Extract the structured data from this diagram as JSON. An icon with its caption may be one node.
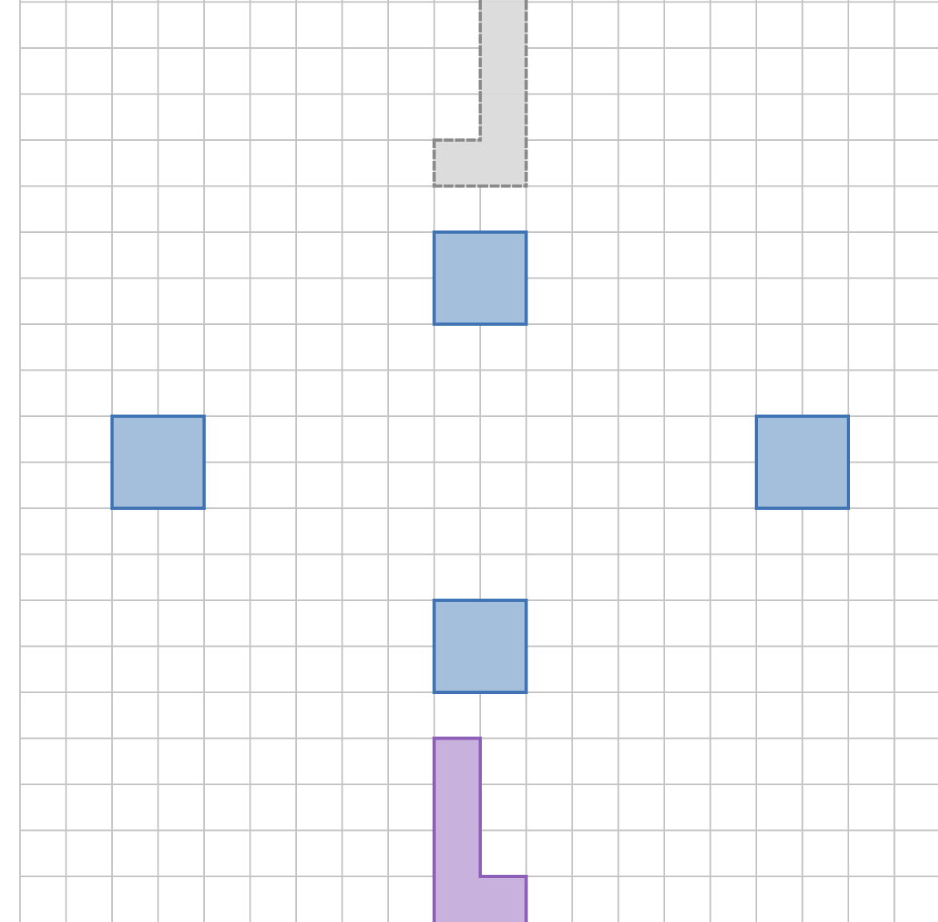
{
  "diagram": {
    "nodes": [
      {
        "text": [],
        "shape": "polygon"
      },
      {
        "text": [],
        "shape": "box"
      },
      {
        "text": [],
        "shape": "box"
      },
      {
        "text": [],
        "shape": "box"
      },
      {
        "text": [],
        "shape": "box"
      },
      {
        "text": [],
        "shape": "polygon"
      }
    ]
  }
}
